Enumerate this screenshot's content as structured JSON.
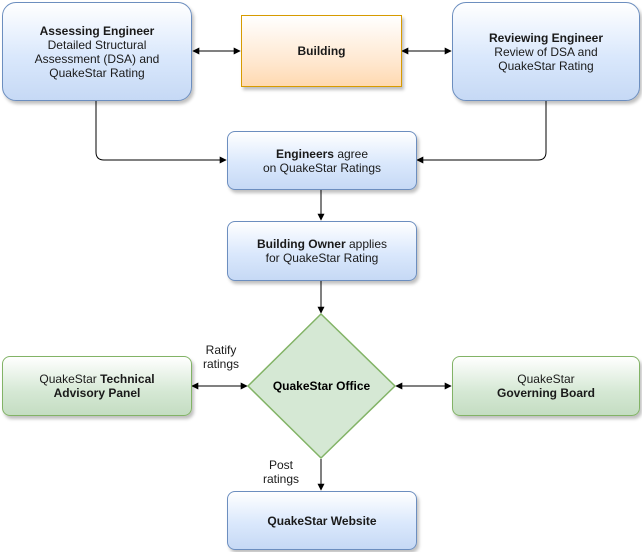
{
  "nodes": {
    "assessing": {
      "title": "Assessing Engineer",
      "lines": [
        "Detailed Structural",
        "Assessment (DSA) and",
        "QuakeStar Rating"
      ]
    },
    "building": {
      "title": "Building"
    },
    "reviewing": {
      "title": "Reviewing Engineer",
      "lines": [
        "Review of DSA and",
        "QuakeStar Rating"
      ]
    },
    "agree": {
      "title": "Engineers",
      "rest": " agree",
      "line2": "on QuakeStar Ratings"
    },
    "owner": {
      "title": "Building Owner",
      "rest": " applies",
      "line2": "for QuakeStar Rating"
    },
    "tap": {
      "line1_plain": "QuakeStar ",
      "line1_bold": "Technical",
      "line2": "Advisory Panel"
    },
    "office": {
      "title": "QuakeStar Office"
    },
    "board": {
      "line1": "QuakeStar",
      "line2": "Governing Board"
    },
    "website": {
      "title": "QuakeStar Website"
    }
  },
  "edge_labels": {
    "ratify": [
      "Ratify",
      "ratings"
    ],
    "post": [
      "Post",
      "ratings"
    ]
  },
  "colors": {
    "blue_fill": "#dae8fc",
    "blue_stroke": "#6c8ebf",
    "orange_fill": "#ffe6cc",
    "orange_stroke": "#d79b00",
    "green_fill": "#d5e8d4",
    "green_stroke": "#82b366"
  }
}
